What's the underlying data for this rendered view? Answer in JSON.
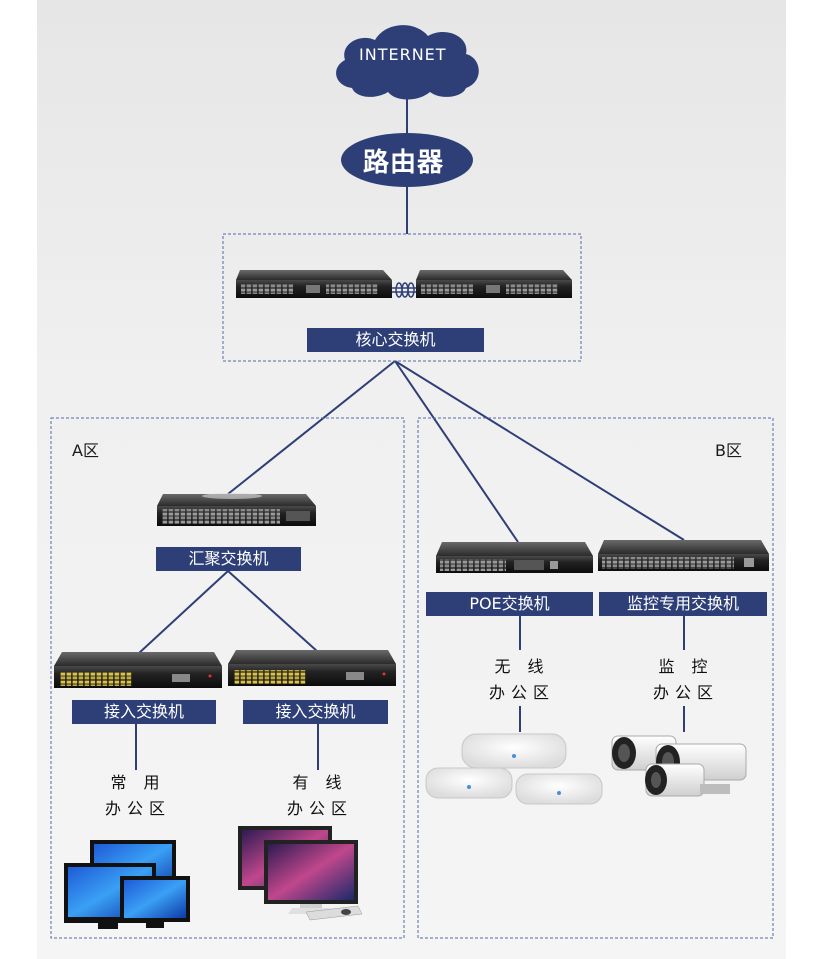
{
  "internet": {
    "label": "INTERNET"
  },
  "router": {
    "label": "路由器"
  },
  "core": {
    "label": "核心交换机"
  },
  "zones": {
    "a": {
      "title": "A区"
    },
    "b": {
      "title": "B区"
    }
  },
  "aggregation": {
    "label": "汇聚交换机"
  },
  "access_1": {
    "label": "接入交换机"
  },
  "access_2": {
    "label": "接入交换机"
  },
  "poe": {
    "label": "POE交换机"
  },
  "monitor_switch": {
    "label": "监控专用交换机"
  },
  "areas": {
    "common_office": "常 用\n办公区",
    "wired_office": "有 线\n办公区",
    "wireless_office": "无 线\n办公区",
    "monitoring": "监 控\n办公区"
  },
  "colors": {
    "navy": "#2e3f78",
    "line": "#2e3f78",
    "zone_border": "#5468a8"
  },
  "icons": [
    "cloud-icon",
    "router-icon",
    "switch-icon",
    "monitor-icon",
    "all-in-one-pc-icon",
    "access-point-icon",
    "security-camera-icon"
  ]
}
